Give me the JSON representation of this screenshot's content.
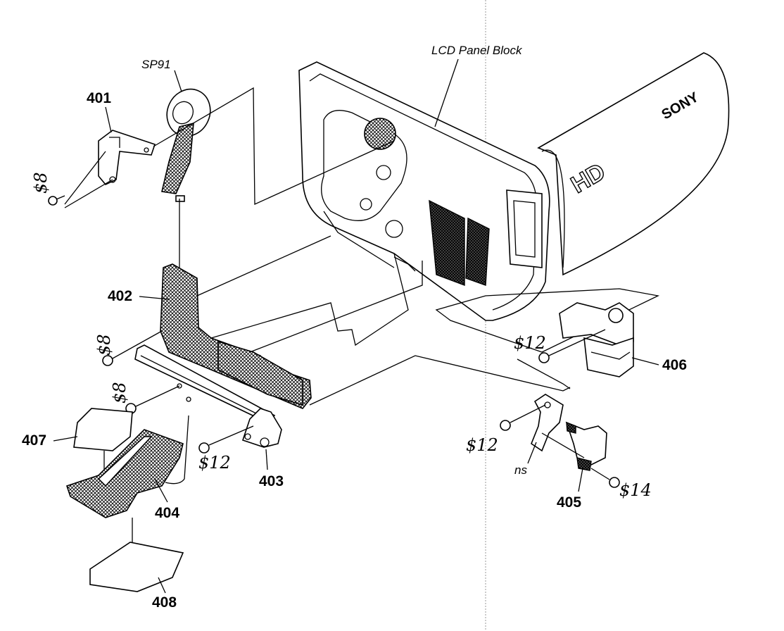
{
  "diagram": {
    "block_label": "LCD Panel Block",
    "brand_logo": "SONY",
    "hd_logo": "HD",
    "parts": {
      "p401": "401",
      "p402": "402",
      "p403": "403",
      "p404": "404",
      "p405": "405",
      "p406": "406",
      "p407": "407",
      "p408": "408",
      "sp91": "SP91",
      "ns": "ns"
    },
    "screws": {
      "s8_a": "$8",
      "s8_b": "$8",
      "s8_c": "$8",
      "s12_a": "$12",
      "s12_b": "$12",
      "s12_c": "$12",
      "s14": "$14"
    }
  }
}
